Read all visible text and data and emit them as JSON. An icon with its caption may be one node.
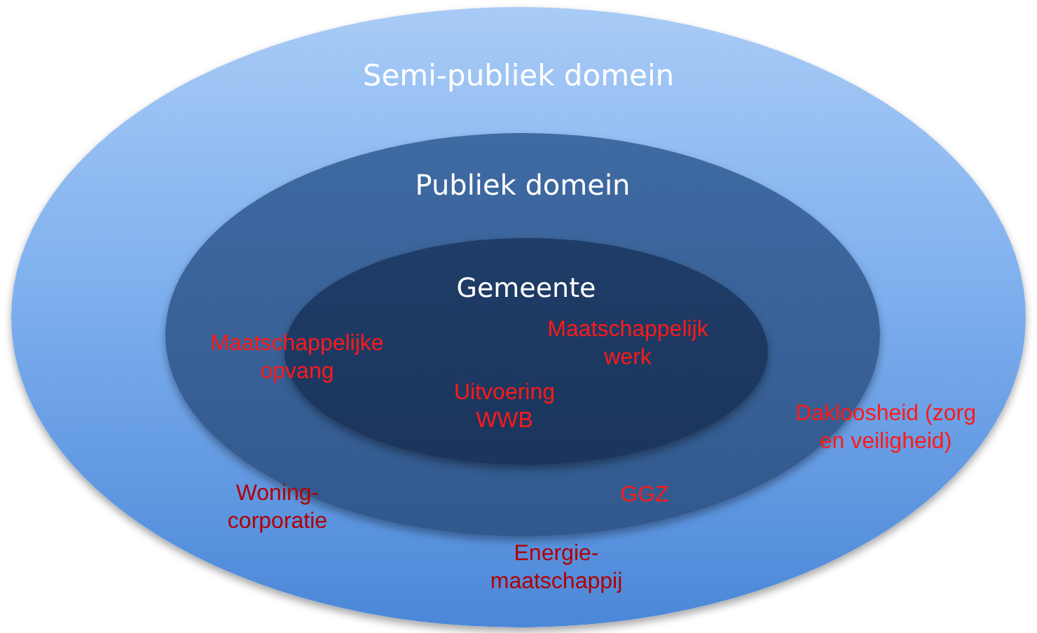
{
  "diagram": {
    "nodes": [
      {
        "text": [
          "Semi-publiek domein"
        ]
      },
      {
        "text": [
          "Publiek domein"
        ],
        "in": 0
      },
      {
        "text": [
          "Gemeente"
        ],
        "in": 1
      }
    ],
    "labels": [
      "Maatschappelijke opvang",
      "Maatschappelijk werk",
      "Uitvoering WWB",
      "Dakloosheid (zorg en veiligheid)",
      "Woning- corporatie",
      "GGZ",
      "Energie- maatschappij"
    ]
  }
}
